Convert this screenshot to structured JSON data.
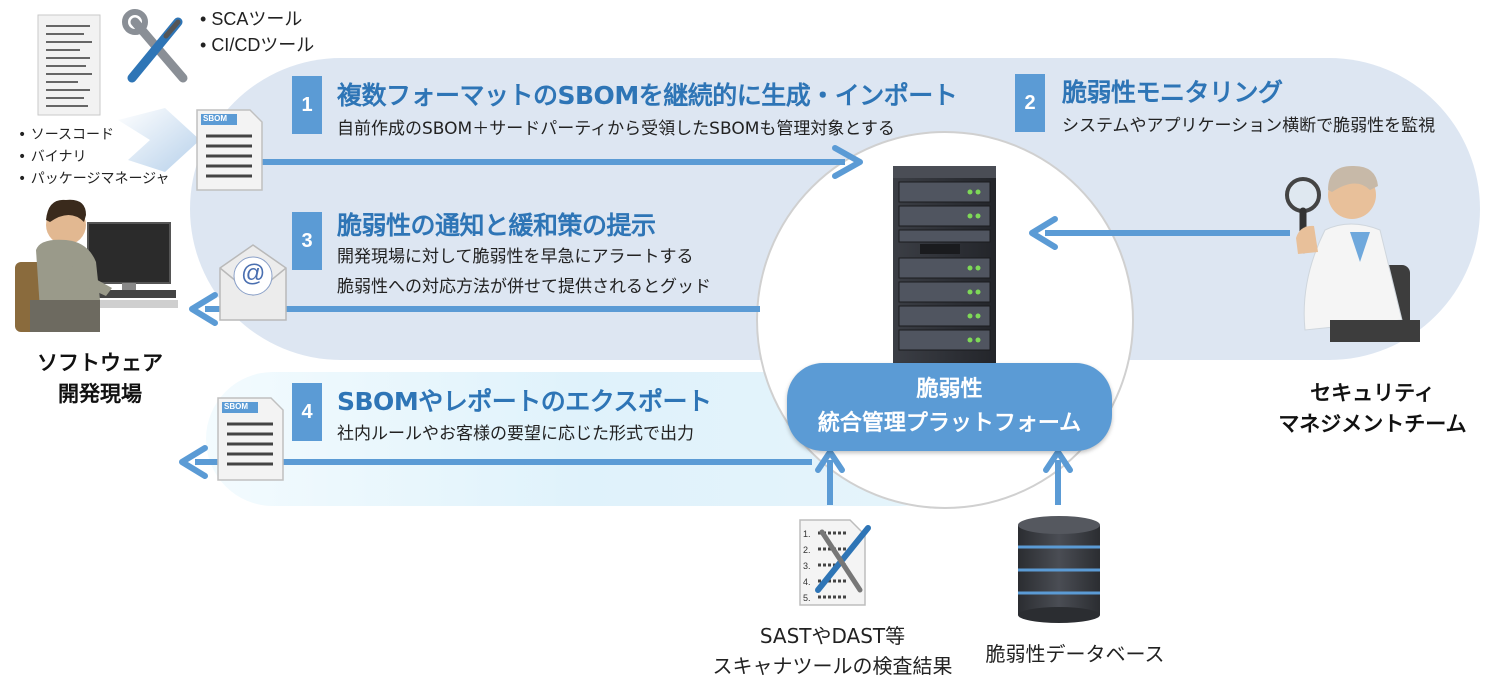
{
  "tools": {
    "items": [
      "SCAツール",
      "CI/CDツール"
    ]
  },
  "sources": {
    "items": [
      "ソースコード",
      "バイナリ",
      "パッケージマネージャ"
    ]
  },
  "doc_label": "SBOM",
  "email_glyph": "@",
  "steps": [
    {
      "num": "1",
      "title": "複数フォーマットのSBOMを継続的に生成・インポート",
      "desc": [
        "自前作成のSBOM＋サードパーティから受領したSBOMも管理対象とする"
      ]
    },
    {
      "num": "2",
      "title": "脆弱性モニタリング",
      "desc": [
        "システムやアプリケーション横断で脆弱性を監視"
      ]
    },
    {
      "num": "3",
      "title": "脆弱性の通知と緩和策の提示",
      "desc": [
        "開発現場に対して脆弱性を早急にアラートする",
        "脆弱性への対応方法が併せて提供されるとグッド"
      ]
    },
    {
      "num": "4",
      "title": "SBOMやレポートのエクスポート",
      "desc": [
        "社内ルールやお客様の要望に応じた形式で出力"
      ]
    }
  ],
  "actors": {
    "dev": [
      "ソフトウェア",
      "開発現場"
    ],
    "security": [
      "セキュリティ",
      "マネジメントチーム"
    ]
  },
  "platform": [
    "脆弱性",
    "統合管理プラットフォーム"
  ],
  "bottom": {
    "scanner": [
      "SASTやDAST等",
      "スキャナツールの検査結果"
    ],
    "database": "脆弱性データベース"
  },
  "checklist_numbers": [
    "1.",
    "2.",
    "3.",
    "4.",
    "5."
  ],
  "colors": {
    "accent": "#5b9bd5",
    "title": "#2e75b6",
    "band": "#dde6f2",
    "band_light": "#e3f3fb",
    "arrow": "#5b9bd5"
  }
}
